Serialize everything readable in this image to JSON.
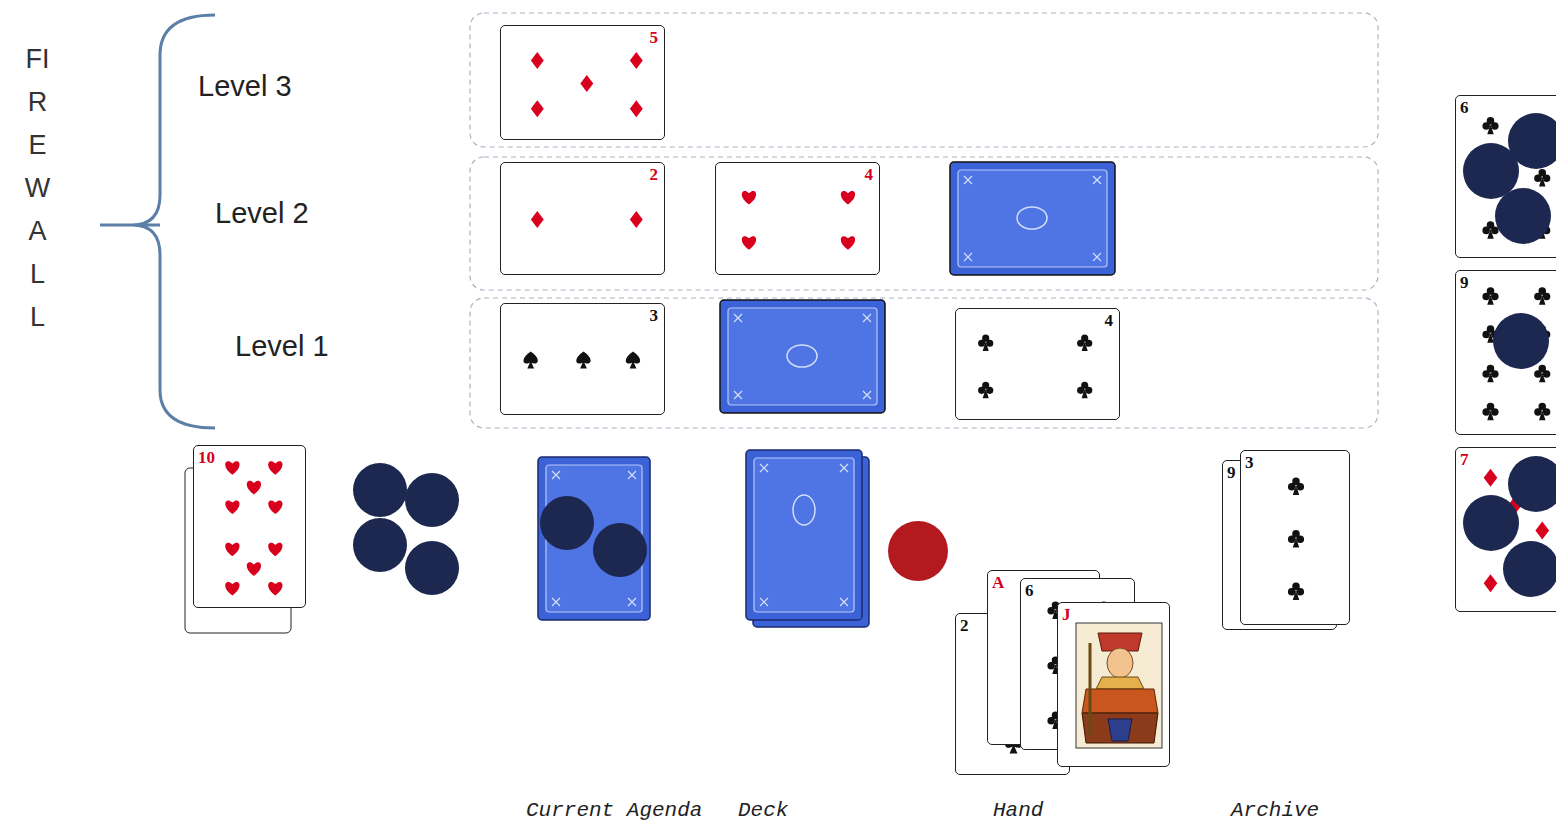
{
  "diagram": {
    "nodes": [
      {
        "text": [
          "5"
        ]
      },
      {
        "text": [
          "2"
        ]
      },
      {
        "text": [
          "4"
        ]
      },
      {
        "text": [
          "3"
        ]
      },
      {
        "text": [
          "4"
        ]
      },
      {
        "text": [
          "6"
        ]
      },
      {
        "text": [
          "9"
        ]
      },
      {
        "text": [
          "7"
        ]
      },
      {
        "text": [
          "10"
        ]
      },
      {
        "text": [
          "2"
        ]
      },
      {
        "text": [
          "A"
        ]
      },
      {
        "text": [
          "6"
        ]
      },
      {
        "text": [
          "J"
        ]
      },
      {
        "text": [
          "9"
        ]
      },
      {
        "text": [
          "3"
        ]
      }
    ],
    "labels": [
      "FIREWALL",
      "Level 3",
      "Level 2",
      "Level 1",
      "Current Agenda",
      "Deck",
      "Hand",
      "Archive"
    ]
  }
}
